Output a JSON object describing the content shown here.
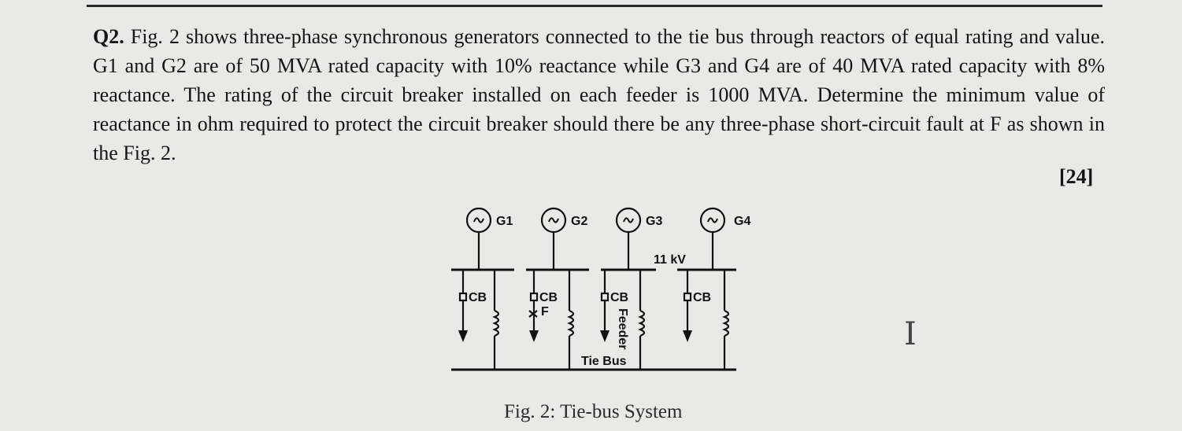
{
  "question": {
    "number": "Q2.",
    "text": "Fig. 2 shows three-phase synchronous generators connected to the tie bus through reactors of equal rating and value. G1 and G2 are of 50 MVA rated capacity with 10% reactance while G3 and G4 are of 40 MVA rated capacity with 8% reactance. The rating of the circuit breaker installed on each feeder is 1000 MVA. Determine the minimum value of reactance in ohm required to protect the circuit breaker should there be any three-phase short-circuit fault at F as shown in the Fig. 2.",
    "marks": "[24]"
  },
  "figure": {
    "generators": [
      "G1",
      "G2",
      "G3",
      "G4"
    ],
    "breaker_label": "CB",
    "fault_label": "F",
    "voltage_label": "11 kV",
    "feeder_label": "Feeder",
    "tie_bus_label": "Tie Bus",
    "caption": "Fig. 2: Tie-bus System"
  },
  "cursor_icon": "text-cursor-icon"
}
